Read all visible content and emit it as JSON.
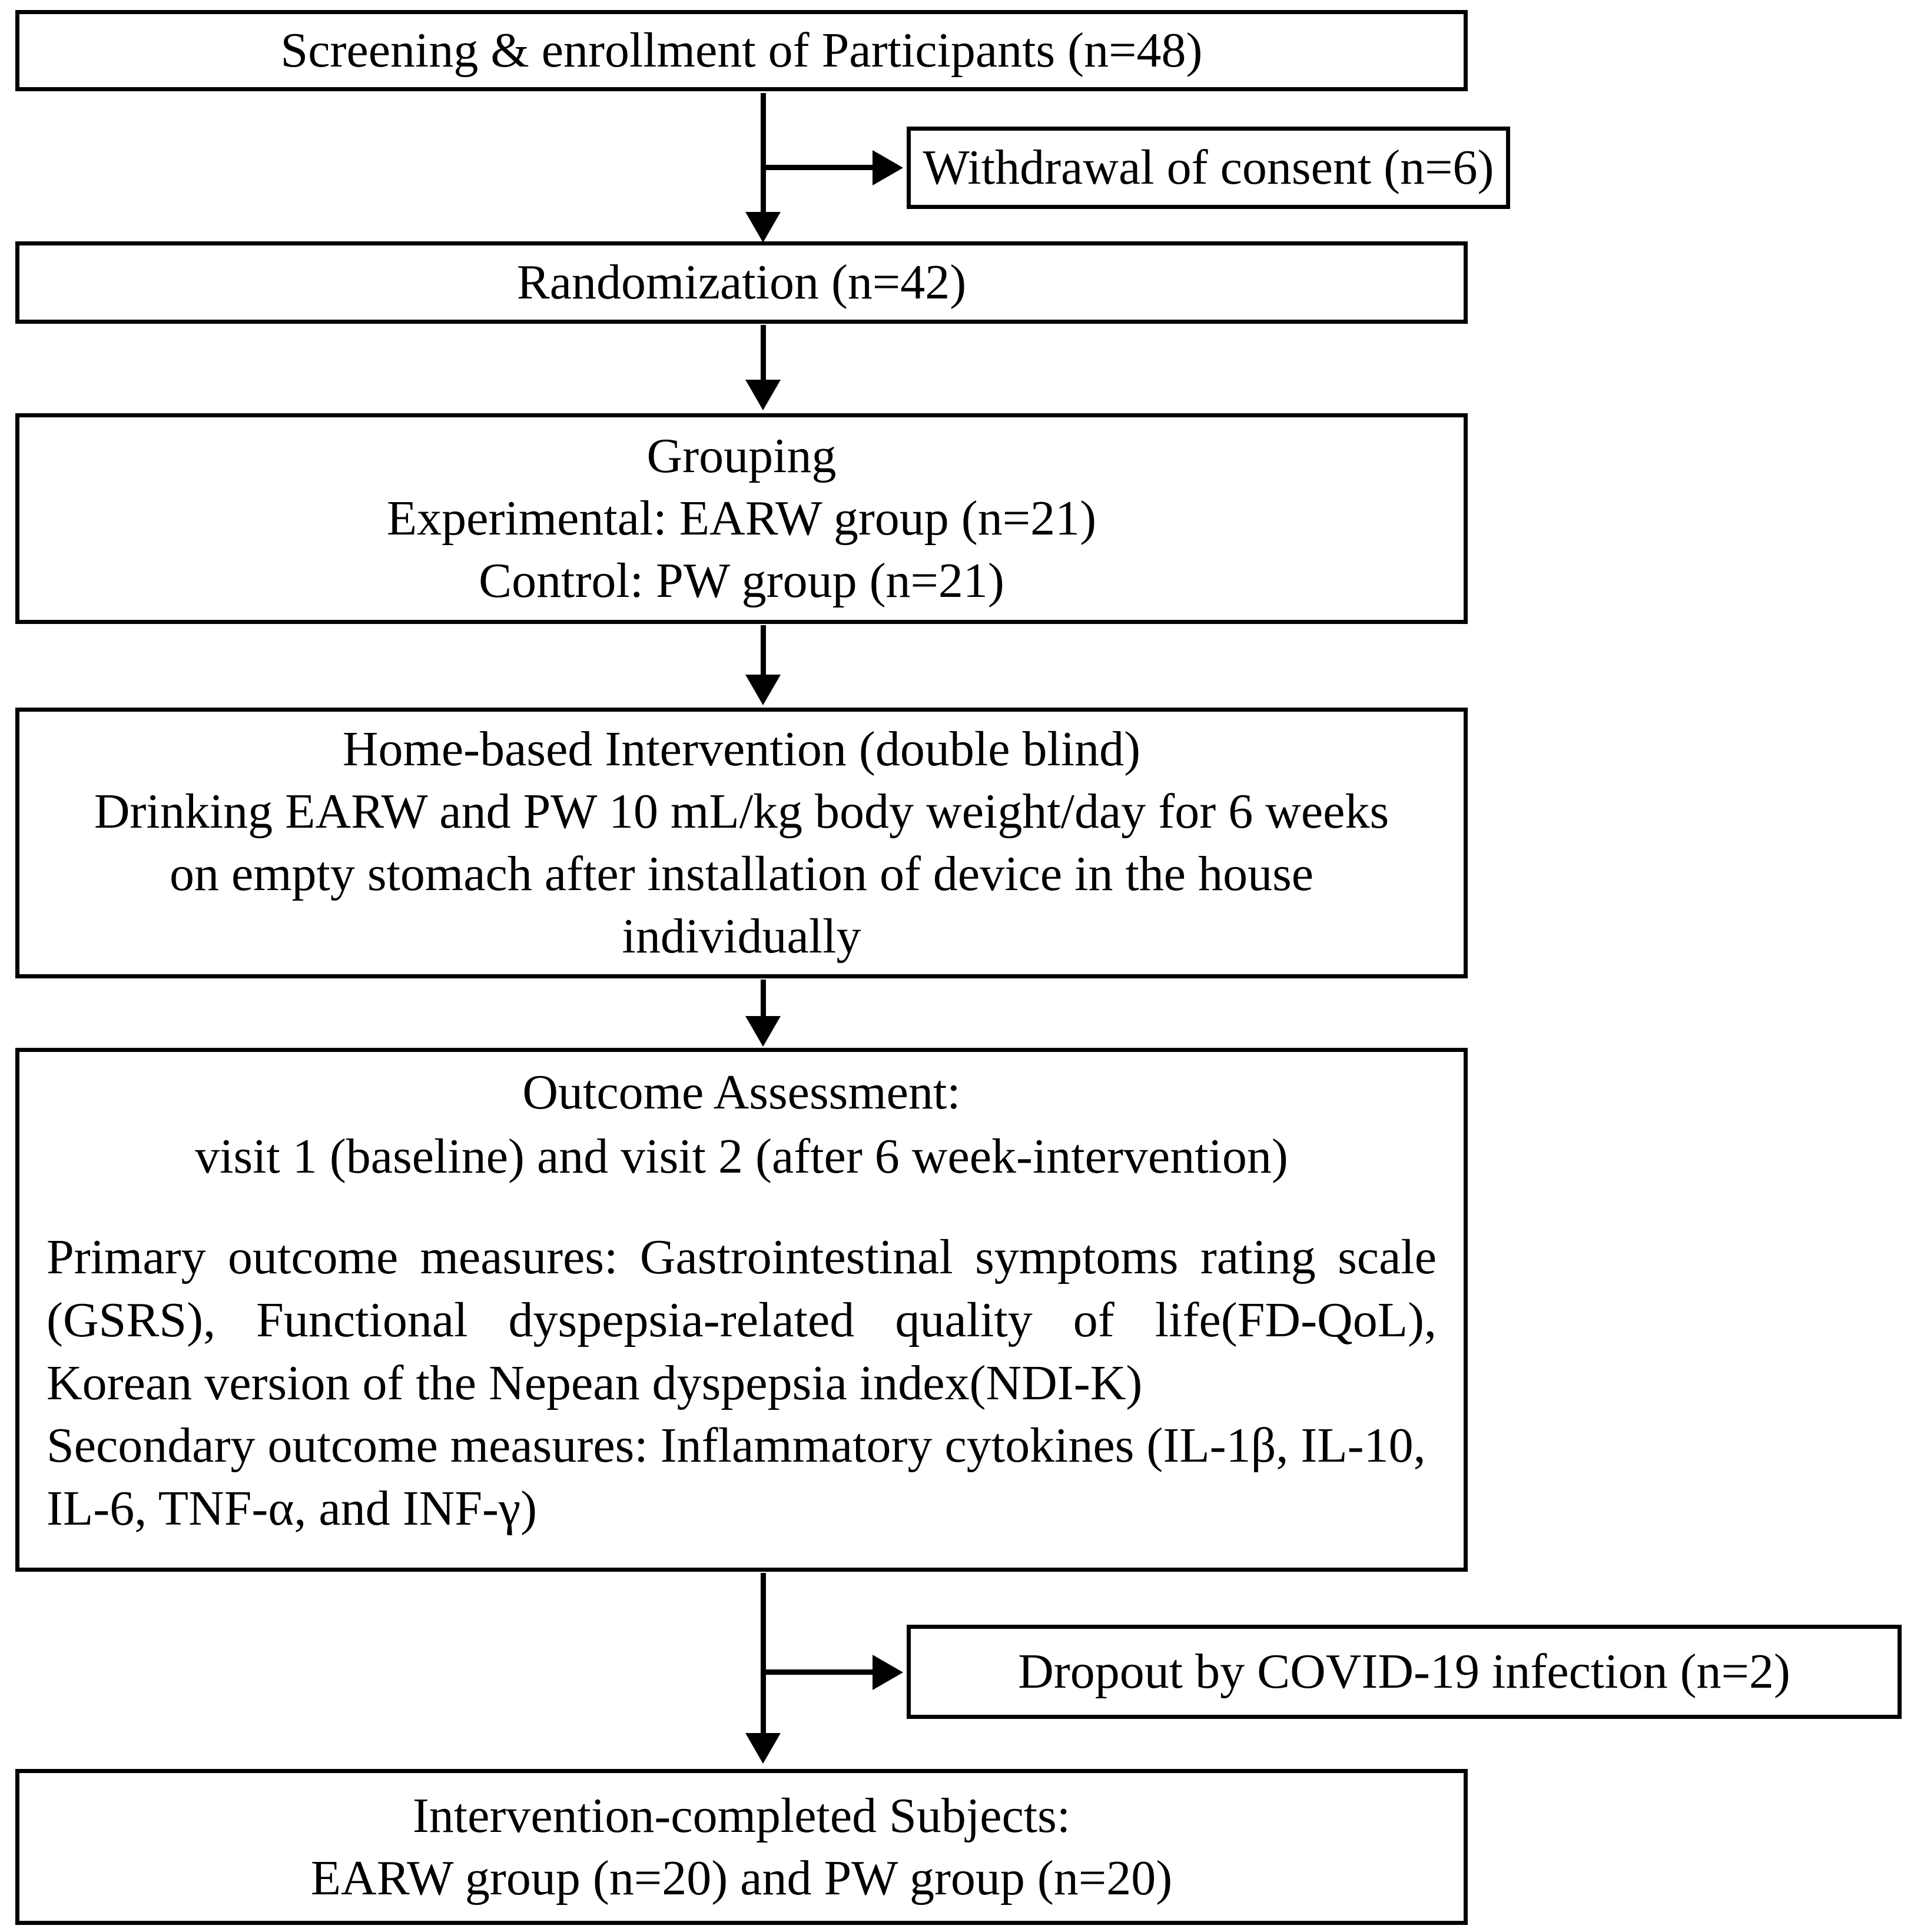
{
  "diagram": {
    "title": "CONSORT-style participant flow diagram",
    "colors": {
      "stroke": "#000000",
      "background": "#ffffff",
      "text": "#000000"
    },
    "boxes": {
      "screening": {
        "line1": "Screening & enrollment of Participants (n=48)"
      },
      "withdrawal": {
        "line1": "Withdrawal of consent (n=6)"
      },
      "randomization": {
        "line1": "Randomization (n=42)"
      },
      "grouping": {
        "line1": "Grouping",
        "line2": "Experimental: EARW group (n=21)",
        "line3": "Control: PW group (n=21)"
      },
      "intervention": {
        "line1": "Home-based Intervention (double blind)",
        "line2": "Drinking EARW and PW 10 mL/kg body weight/day for 6 weeks",
        "line3": "on empty stomach after installation of device in the house",
        "line4": "individually"
      },
      "outcome": {
        "heading": "Outcome Assessment:",
        "visits": "visit 1 (baseline) and visit 2 (after 6 week-intervention)",
        "primary": "Primary outcome measures: Gastrointestinal symptoms rating scale (GSRS), Functional dyspepsia-related quality of life(FD-QoL), Korean version of the Nepean dyspepsia index(NDI-K)",
        "secondary": "Secondary outcome measures: Inflammatory cytokines (IL-1β, IL-10, IL-6, TNF-α, and INF-γ)"
      },
      "dropout": {
        "line1": "Dropout by COVID-19 infection (n=2)"
      },
      "final": {
        "line1": "Intervention-completed Subjects:",
        "line2": "EARW group (n=20) and PW group (n=20)"
      }
    },
    "connectors": {
      "screening_to_randomization": "arrow-down",
      "screening_to_withdrawal": "arrow-right",
      "randomization_to_grouping": "arrow-down",
      "grouping_to_intervention": "arrow-down",
      "intervention_to_outcome": "arrow-down",
      "outcome_to_final": "arrow-down",
      "outcome_to_dropout": "arrow-right"
    },
    "counts": {
      "enrolled": 48,
      "withdrew_consent": 6,
      "randomized": 42,
      "earw_group": 21,
      "pw_group": 21,
      "dropout_covid": 2,
      "earw_completed": 20,
      "pw_completed": 20
    }
  }
}
